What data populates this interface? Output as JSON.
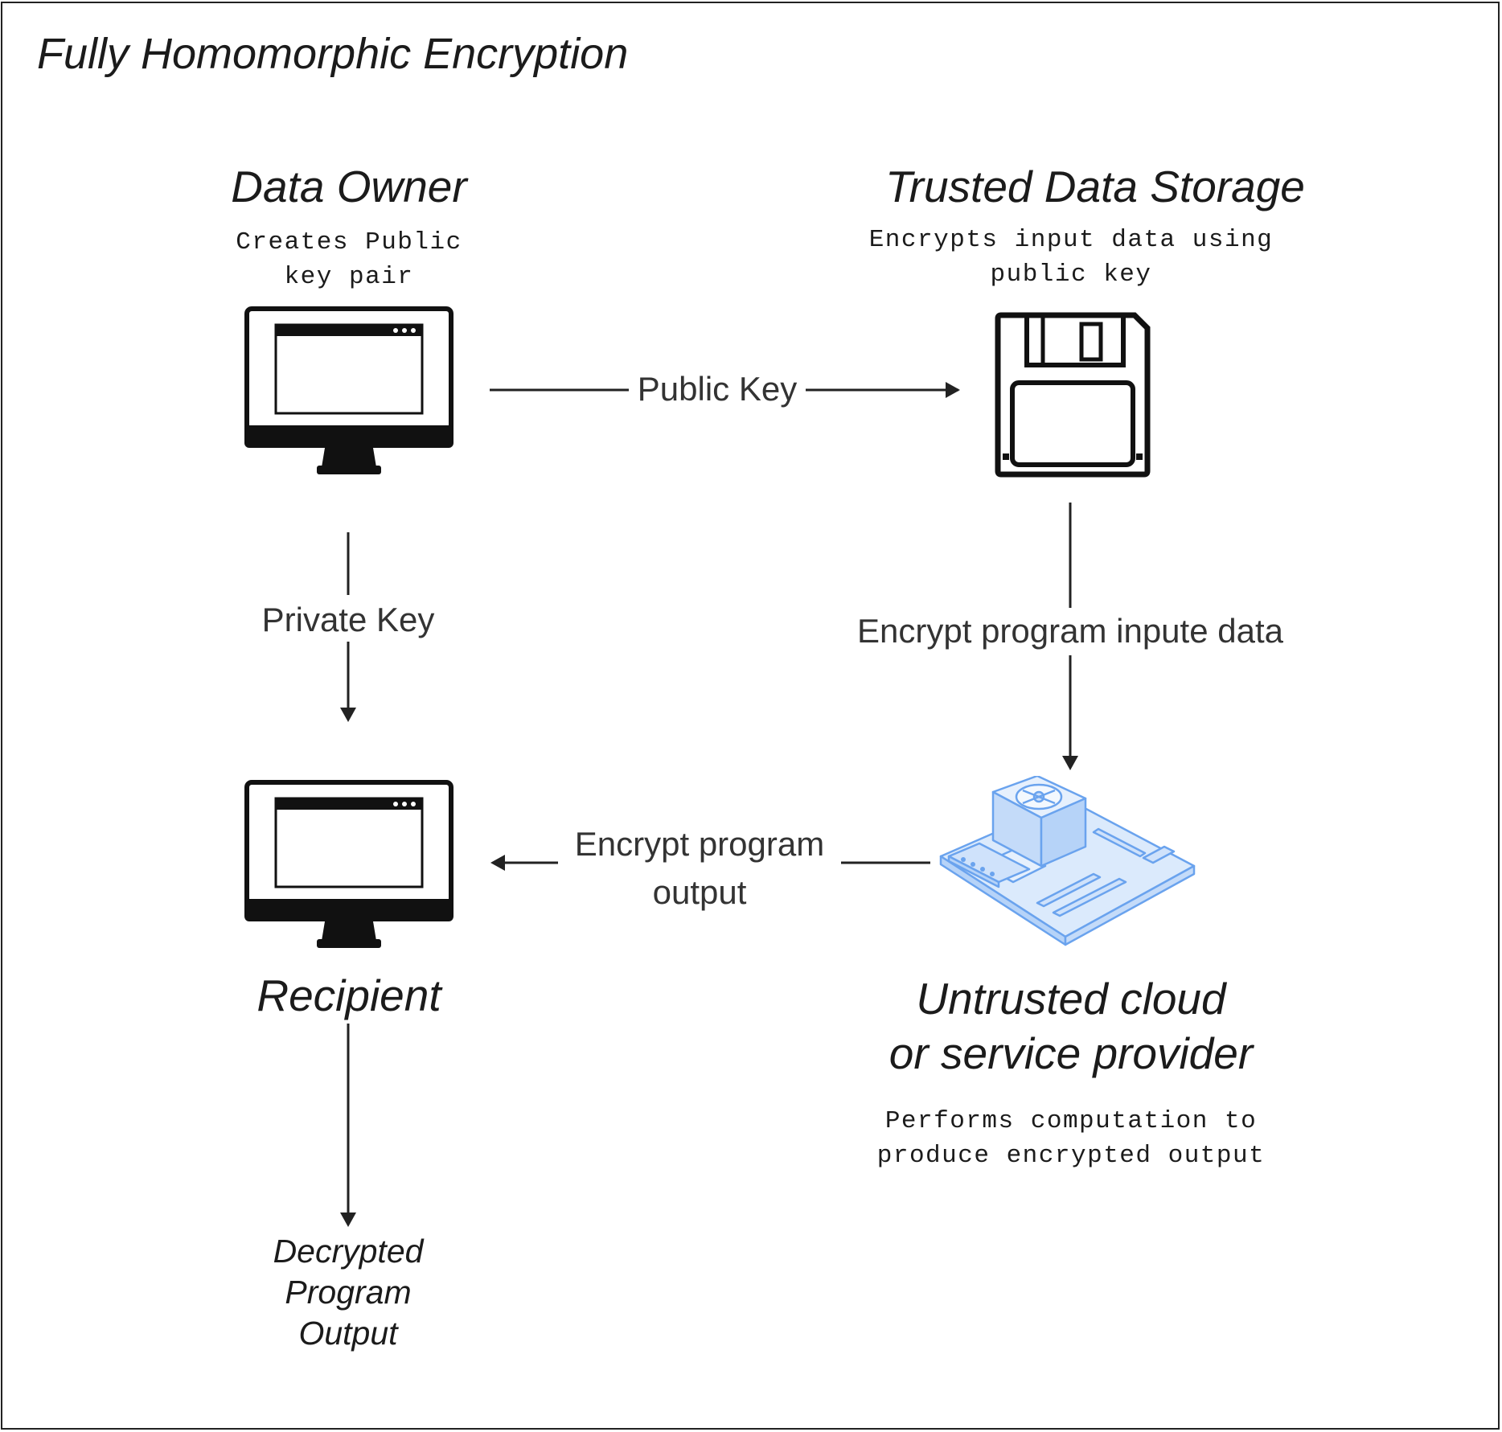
{
  "title": "Fully Homomorphic Encryption",
  "nodes": {
    "data_owner": {
      "title": "Data Owner",
      "desc_line1": "Creates Public",
      "desc_line2": "key pair",
      "icon": "monitor-icon"
    },
    "trusted_storage": {
      "title": "Trusted Data Storage",
      "desc_line1": "Encrypts input data using",
      "desc_line2": "public key",
      "icon": "floppy-disk-icon"
    },
    "untrusted_cloud": {
      "title_line1": "Untrusted cloud",
      "title_line2": "or service provider",
      "desc_line1": "Performs computation to",
      "desc_line2": "produce encrypted output",
      "icon": "motherboard-icon"
    },
    "recipient": {
      "title": "Recipient",
      "icon": "monitor-icon"
    },
    "output": {
      "line1": "Decrypted",
      "line2": "Program",
      "line3": "Output"
    }
  },
  "edges": {
    "public_key": "Public Key",
    "private_key": "Private Key",
    "encrypt_input": "Encrypt program inpute data",
    "encrypt_output_line1": "Encrypt program",
    "encrypt_output_line2": "output"
  },
  "colors": {
    "line": "#222222",
    "board_fill": "#cfe2fb",
    "board_stroke": "#6aa3ee"
  }
}
